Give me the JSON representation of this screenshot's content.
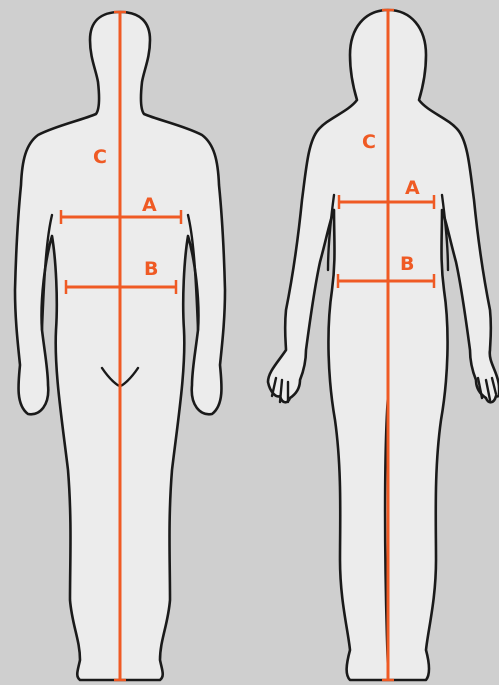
{
  "figures": [
    {
      "name": "male",
      "labels": {
        "chest": "A",
        "waist": "B",
        "height": "C"
      }
    },
    {
      "name": "female",
      "labels": {
        "chest": "A",
        "waist": "B",
        "height": "C"
      }
    }
  ],
  "colors": {
    "background": "#cfcfcf",
    "body_fill": "#ececec",
    "outline": "#1a1a1a",
    "measure": "#ef5a24"
  }
}
